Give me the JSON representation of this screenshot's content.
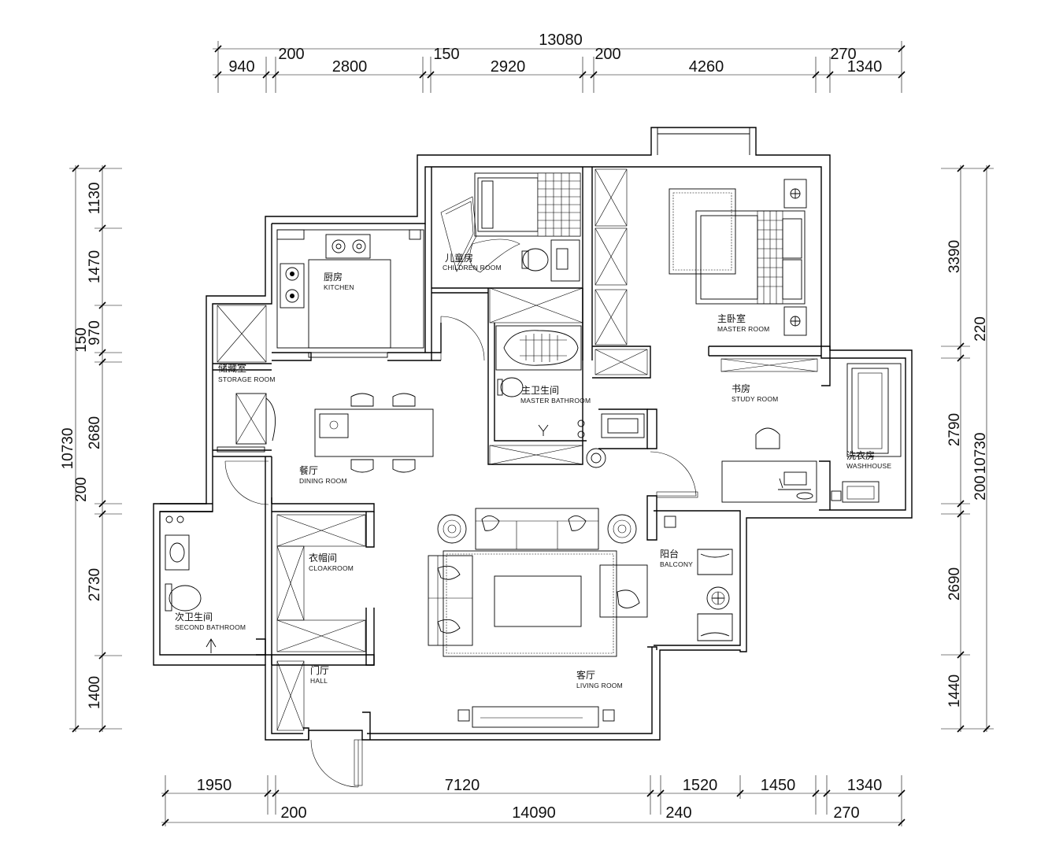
{
  "dimensions": {
    "top_total": "13080",
    "top_segments": [
      "940",
      "200",
      "2800",
      "150",
      "2920",
      "200",
      "4260",
      "270",
      "1340"
    ],
    "bottom_row1": [
      "1950",
      "7120",
      "1520",
      "1450",
      "1340"
    ],
    "bottom_row2": [
      "200",
      "14090",
      "240",
      "270"
    ],
    "left_total": "10730",
    "left_segments": [
      "1130",
      "1470",
      "150",
      "970",
      "2680",
      "200",
      "2730",
      "1400"
    ],
    "right_total": "10730",
    "right_segments": [
      "3390",
      "220",
      "2790",
      "200",
      "2690",
      "1440"
    ]
  },
  "rooms": {
    "kitchen": {
      "cn": "厨房",
      "en": "KITCHEN"
    },
    "children": {
      "cn": "儿童房",
      "en": "CHILDREN ROOM"
    },
    "master": {
      "cn": "主卧室",
      "en": "MASTER ROOM"
    },
    "master_bath": {
      "cn": "主卫生间",
      "en": "MASTER BATHROOM"
    },
    "storage": {
      "cn": "储藏室",
      "en": "STORAGE ROOM"
    },
    "dining": {
      "cn": "餐厅",
      "en": "DINING ROOM"
    },
    "study": {
      "cn": "书房",
      "en": "STUDY ROOM"
    },
    "wash": {
      "cn": "洗衣房",
      "en": "WASHHOUSE"
    },
    "cloak": {
      "cn": "衣帽间",
      "en": "CLOAKROOM"
    },
    "balcony": {
      "cn": "阳台",
      "en": "BALCONY"
    },
    "second_bath": {
      "cn": "次卫生间",
      "en": "SECOND BATHROOM"
    },
    "hall": {
      "cn": "门厅",
      "en": "HALL"
    },
    "living": {
      "cn": "客厅",
      "en": "LIVING ROOM"
    }
  }
}
